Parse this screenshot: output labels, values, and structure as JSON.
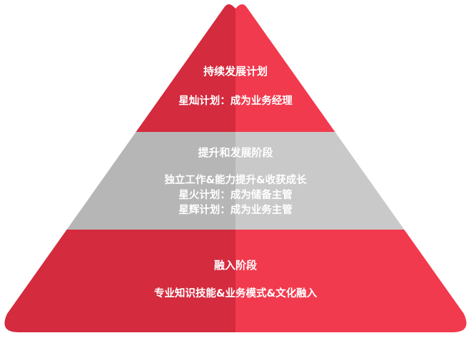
{
  "colors": {
    "red_left": "#d42b3e",
    "red_right": "#f23a4e",
    "gray_left": "#b6b6b6",
    "gray_right": "#c9c9c9"
  },
  "tiers": [
    {
      "name": "top",
      "title": "持续发展计划",
      "lines": [
        "星灿计划：成为业务经理"
      ]
    },
    {
      "name": "middle",
      "title": "提升和发展阶段",
      "lines": [
        "独立工作&能力提升&收获成长",
        "星火计划：成为储备主管",
        "星辉计划：成为业务主管"
      ]
    },
    {
      "name": "bottom",
      "title": "融入阶段",
      "lines": [
        "专业知识技能&业务模式&文化融入"
      ]
    }
  ]
}
